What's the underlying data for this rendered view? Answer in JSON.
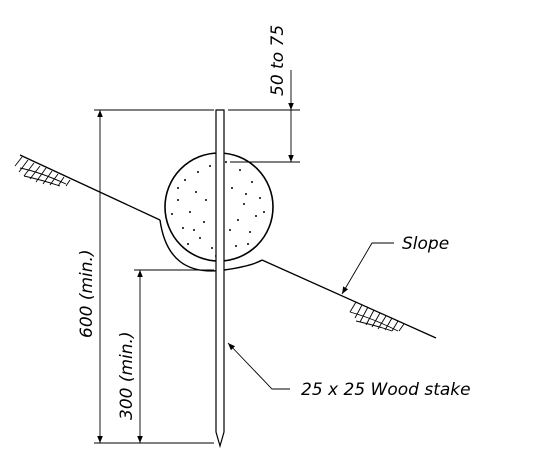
{
  "labels": {
    "top_dim": "50 to 75",
    "overall_dim": "600 (min.)",
    "embed_dim": "300 (min.)",
    "slope": "Slope",
    "stake": "25 x 25 Wood stake"
  }
}
